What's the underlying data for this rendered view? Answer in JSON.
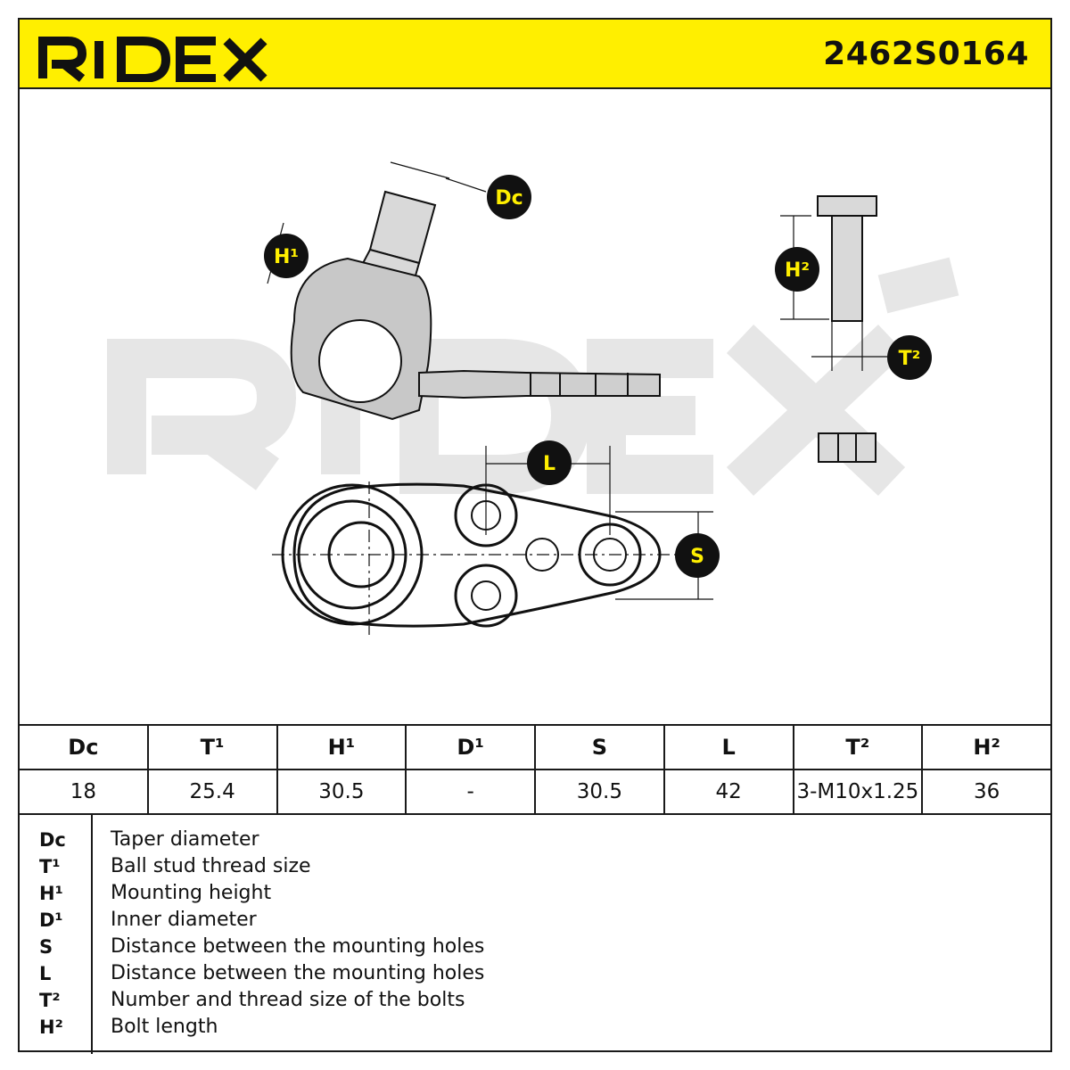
{
  "header": {
    "brand": "RIDEX",
    "part_number": "2462S0164",
    "background_color": "#ffef00"
  },
  "watermark": "RIDEX",
  "diagram": {
    "labels": {
      "dc": "Dc",
      "h1": "H¹",
      "h2": "H²",
      "t2": "T²",
      "l": "L",
      "s": "S"
    }
  },
  "spec_table": {
    "headers": [
      "Dc",
      "T¹",
      "H¹",
      "D¹",
      "S",
      "L",
      "T²",
      "H²"
    ],
    "values": [
      "18",
      "25.4",
      "30.5",
      "-",
      "30.5",
      "42",
      "3-M10x1.25",
      "36"
    ]
  },
  "legend": [
    {
      "key": "Dc",
      "desc": "Taper diameter"
    },
    {
      "key": "T¹",
      "desc": "Ball stud thread size"
    },
    {
      "key": "H¹",
      "desc": "Mounting height"
    },
    {
      "key": "D¹",
      "desc": "Inner diameter"
    },
    {
      "key": "S",
      "desc": "Distance between the mounting holes"
    },
    {
      "key": "L",
      "desc": "Distance between the mounting holes"
    },
    {
      "key": "T²",
      "desc": "Number and thread size of the bolts"
    },
    {
      "key": "H²",
      "desc": "Bolt length"
    }
  ]
}
